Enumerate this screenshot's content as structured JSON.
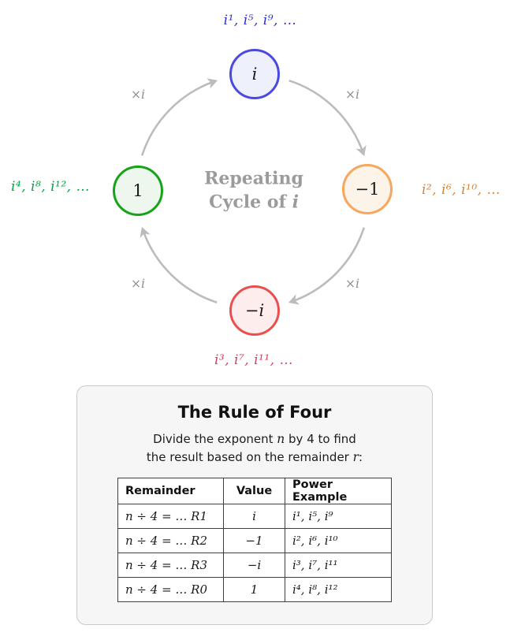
{
  "cycle": {
    "center": {
      "line1": "Repeating",
      "line2_prefix": "Cycle of ",
      "line2_var": "i"
    },
    "multiply_label": "×i",
    "arrow_color": "#bcbcbc",
    "nodes": {
      "top": {
        "value": "i",
        "powers_label": "i¹, i⁵, i⁹, …",
        "border_color": "#4a4ae0",
        "fill_color": "#eef0fb",
        "label_color": "#2c2cd4"
      },
      "right": {
        "value": "−1",
        "powers_label": "i², i⁶, i¹⁰, …",
        "border_color": "#f5a75f",
        "fill_color": "#fdf4e9",
        "label_color": "#d9832d"
      },
      "bottom": {
        "value": "−i",
        "powers_label": "i³, i⁷, i¹¹, …",
        "border_color": "#e94f4f",
        "fill_color": "#fdeded",
        "label_color": "#d6405a"
      },
      "left": {
        "value": "1",
        "powers_label": "i⁴, i⁸, i¹², …",
        "border_color": "#17a317",
        "fill_color": "#edf7ed",
        "label_color": "#00a546"
      }
    }
  },
  "panel": {
    "title": "The Rule of Four",
    "subtitle": {
      "line1_prefix": "Divide the exponent ",
      "line1_var": "n",
      "line1_suffix": " by 4 to find",
      "line2_prefix": "the result based on the remainder ",
      "line2_var": "r",
      "line2_suffix": ":"
    },
    "table": {
      "headers": [
        "Remainder",
        "Value",
        "Power Example"
      ],
      "rows": [
        {
          "remainder": "n ÷ 4 = … R1",
          "value": "i",
          "powers": "i¹, i⁵, i⁹"
        },
        {
          "remainder": "n ÷ 4 = … R2",
          "value": "−1",
          "powers": "i², i⁶, i¹⁰"
        },
        {
          "remainder": "n ÷ 4 = … R3",
          "value": "−i",
          "powers": "i³, i⁷, i¹¹"
        },
        {
          "remainder": "n ÷ 4 = … R0",
          "value": "1",
          "powers": "i⁴, i⁸, i¹²"
        }
      ]
    }
  }
}
